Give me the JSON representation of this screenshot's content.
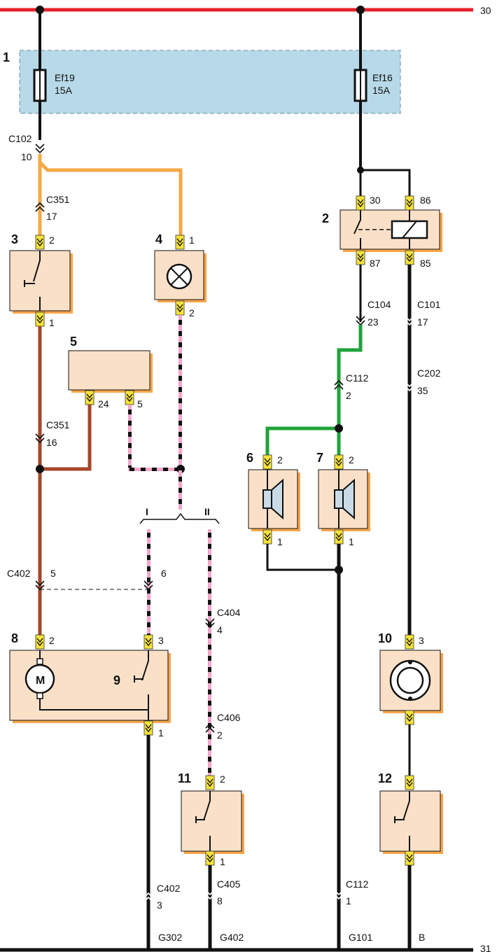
{
  "rails": {
    "top": "30",
    "bottom": "31"
  },
  "colors": {
    "power": "#e8202a",
    "orange": "#f5a844",
    "brown": "#a5472a",
    "green": "#1fa23a",
    "pink": "#f2a6cc",
    "black": "#111111",
    "fuse_box": "#b7d9e8",
    "component": "#fbe0c8",
    "shadow": "#f6a54a",
    "connector": "#f5e23a"
  },
  "fuse_box": {
    "number": "1",
    "fuses": [
      {
        "name": "Ef19",
        "rating": "15A"
      },
      {
        "name": "Ef16",
        "rating": "15A"
      }
    ]
  },
  "components": {
    "c2": "2",
    "c3": "3",
    "c4": "4",
    "c5": "5",
    "c6": "6",
    "c7": "7",
    "c8": "8",
    "c9": "9",
    "c10": "10",
    "c11": "11",
    "c12": "12",
    "motor_symbol": "M"
  },
  "pins": {
    "relay_30": "30",
    "relay_86": "86",
    "relay_87": "87",
    "relay_85": "85",
    "sw3_top": "2",
    "sw3_bot": "1",
    "lamp4_top": "1",
    "lamp4_bot": "2",
    "m5_left": "24",
    "m5_right": "5",
    "sp6_top": "2",
    "sp6_bot": "1",
    "sp7_top": "2",
    "sp7_bot": "1",
    "m8_top": "2",
    "sw9_top": "3",
    "m8_bot": "1",
    "c10_top": "3",
    "sw11_top": "2",
    "sw11_bot": "1"
  },
  "connectors": [
    {
      "id": "C102",
      "pin": "10"
    },
    {
      "id": "C351",
      "pin": "17"
    },
    {
      "id": "C351",
      "pin": "16"
    },
    {
      "id": "C104",
      "pin": "23"
    },
    {
      "id": "C101",
      "pin": "17"
    },
    {
      "id": "C112",
      "pin": "2"
    },
    {
      "id": "C202",
      "pin": "35"
    },
    {
      "id": "C402",
      "pin": "5"
    },
    {
      "id": "C402",
      "pin": "6"
    },
    {
      "id": "C404",
      "pin": "4"
    },
    {
      "id": "C406",
      "pin": "2"
    },
    {
      "id": "C402",
      "pin": "3"
    },
    {
      "id": "C405",
      "pin": "8"
    },
    {
      "id": "C112",
      "pin": "1"
    }
  ],
  "variants": {
    "label_i": "I",
    "label_ii": "II"
  },
  "grounds": {
    "g1": "G302",
    "g2": "G402",
    "g3": "G101",
    "g4": "B"
  }
}
